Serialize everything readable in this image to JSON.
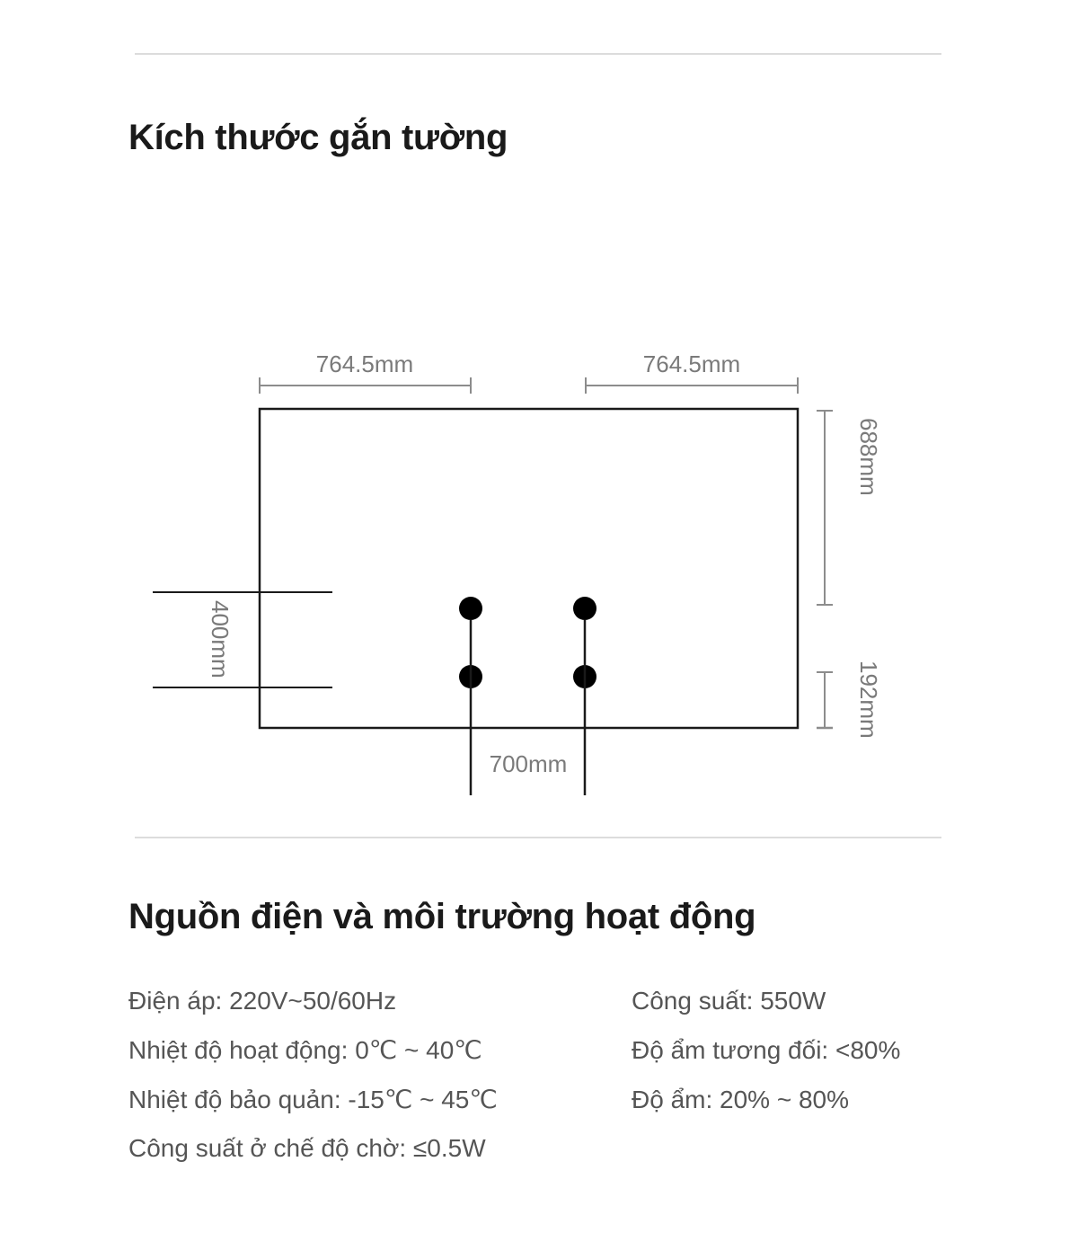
{
  "sections": {
    "dimensions": {
      "heading": "Kích thước gắn tường"
    },
    "power": {
      "heading": "Nguồn điện và môi trường hoạt động"
    }
  },
  "diagram": {
    "name": "wall-mount-dimension-drawing",
    "labels": {
      "top_left": "764.5mm",
      "top_right": "764.5mm",
      "right_upper": "688mm",
      "right_lower": "192mm",
      "left": "400mm",
      "bottom": "700mm"
    },
    "colors": {
      "outline": "#1a1a1a",
      "dimension_line": "#8c8c8c",
      "dimension_text": "#7a7a7a",
      "mount_point": "#000000"
    },
    "mount_points": 4
  },
  "specs": {
    "rows": [
      {
        "left": "Điện áp: 220V~50/60Hz",
        "right": "Công suất: 550W"
      },
      {
        "left": "Nhiệt độ hoạt động: 0℃ ~ 40℃",
        "right": "Độ ẩm tương đối: <80%"
      },
      {
        "left": "Nhiệt độ bảo quản: -15℃ ~ 45℃",
        "right": "Độ ẩm: 20% ~ 80%"
      },
      {
        "left": "Công suất ở chế độ chờ: ≤0.5W",
        "right": ""
      }
    ]
  }
}
